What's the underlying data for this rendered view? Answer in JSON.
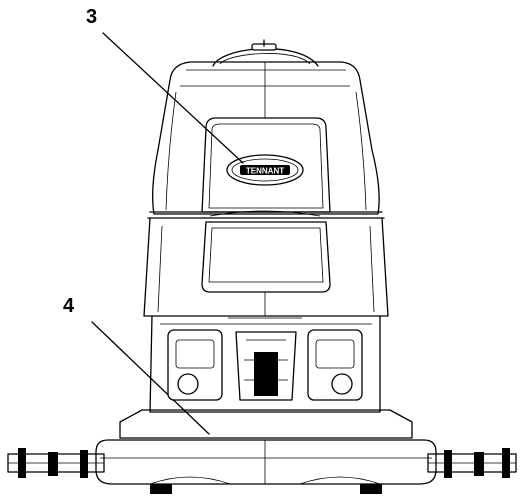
{
  "callouts": [
    {
      "label": "3"
    },
    {
      "label": "4"
    }
  ],
  "logo": {
    "text": "TENNANT"
  }
}
